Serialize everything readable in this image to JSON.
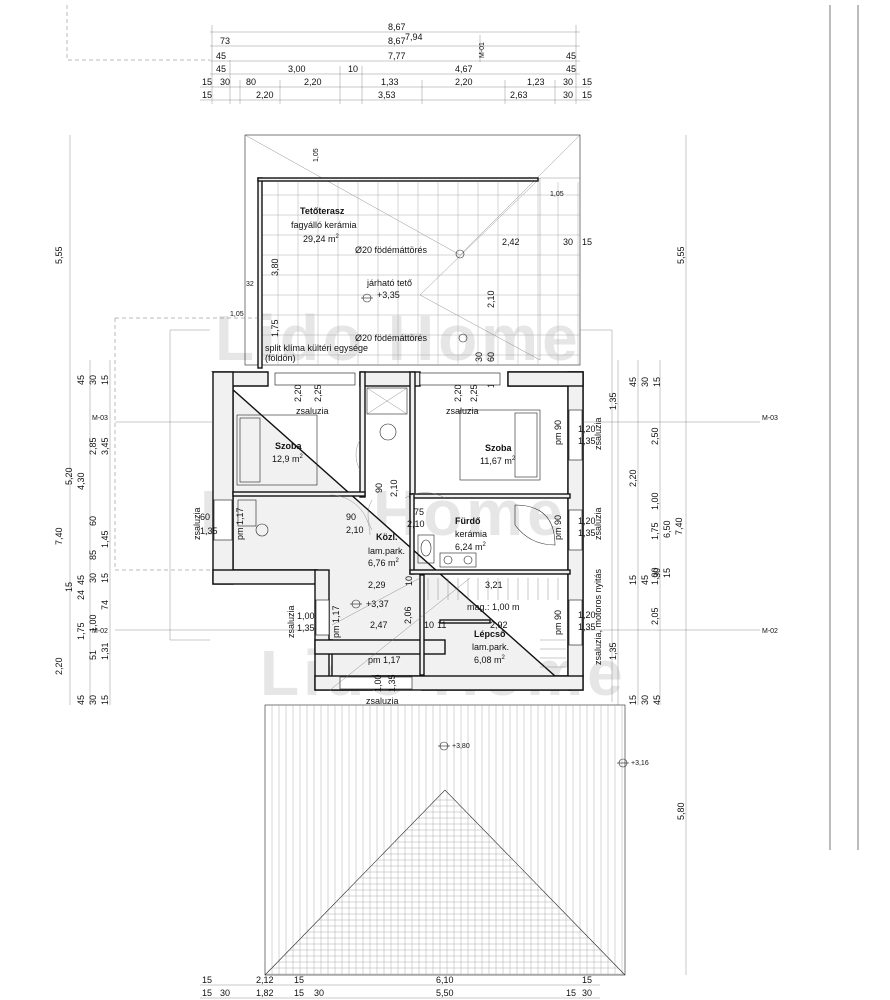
{
  "watermark": "Lido Home",
  "top_dims": {
    "r1": [
      "8,67"
    ],
    "r2": [
      "73",
      "8,67",
      "7,94"
    ],
    "r3": [
      "45",
      "7,77",
      "45"
    ],
    "r4": [
      "45",
      "3,00",
      "10",
      "4,67",
      "45"
    ],
    "r5": [
      "15",
      "30",
      "80",
      "2,20",
      "1,33",
      "2,20",
      "1,23",
      "30",
      "15"
    ],
    "r6": [
      "15",
      "2,20",
      "3,53",
      "2,63",
      "30",
      "15"
    ],
    "section_top": "M-01"
  },
  "bottom_dims": {
    "r1": [
      "15",
      "2,12",
      "15",
      "6,10",
      "15"
    ],
    "r2": [
      "15",
      "30",
      "1,82",
      "15",
      "30",
      "5,50",
      "15",
      "30"
    ]
  },
  "left_dims": {
    "outer": [
      "5,55",
      "7,40",
      "2,20"
    ],
    "mid": [
      "5,20",
      "4,30",
      "2,85",
      "3,45",
      "1,45",
      "85",
      "1,75",
      "1,00",
      "1,31",
      "51"
    ],
    "inner": [
      "45",
      "30",
      "15",
      "60",
      "24",
      "45",
      "30",
      "15",
      "45",
      "30",
      "15",
      "74",
      "15"
    ]
  },
  "right_dims": {
    "outer": [
      "5,55",
      "5,80"
    ],
    "mid": [
      "2,50",
      "6,50",
      "7,40",
      "2,05",
      "1,00",
      "1,75",
      "1,00",
      "2,20"
    ],
    "inner": [
      "1,35",
      "45",
      "30",
      "15",
      "1,20",
      "1,35",
      "1,20",
      "15",
      "45",
      "30",
      "15",
      "1,35",
      "1,20",
      "1,35",
      "1,35",
      "15",
      "30",
      "45"
    ]
  },
  "sections": {
    "m03_left": "M-03",
    "m03_right": "M-03",
    "m02_left": "M-02",
    "m02_right": "M-02"
  },
  "rooms": {
    "terrace": {
      "name": "Tetőterasz",
      "finish": "fagyálló kerámia",
      "area": "29,24 m",
      "sup": "2"
    },
    "bed1": {
      "name": "Szoba",
      "area": "12,9 m",
      "sup": "2"
    },
    "bed2": {
      "name": "Szoba",
      "area": "11,67 m",
      "sup": "2"
    },
    "hall": {
      "name": "Közl.",
      "finish": "lam.park.",
      "area": "6,76 m",
      "sup": "2"
    },
    "bath": {
      "name": "Fürdő",
      "finish": "kerámia",
      "area": "6,24 m",
      "sup": "2"
    },
    "stair": {
      "name": "Lépcső",
      "finish": "lam.park.",
      "area": "6,08 m",
      "sup": "2"
    }
  },
  "notes": {
    "slab1": "Ø20 födémáttörés",
    "slab2": "Ø20 födémáttörés",
    "walkable": "járható tető",
    "walkable_lvl": "+3,35",
    "split1": "split klíma kültéri egysége",
    "split2": "(földön)",
    "hall_lvl": "+3,37",
    "roof_lvl1": "+3,80",
    "roof_lvl2": "+3,16",
    "mag": "mag.: 1,00 m",
    "shutter_motor": "zsaluzia, motoros nyitás"
  },
  "labels": {
    "zs_bed1": "zsaluzia",
    "zs_bed2": "zsaluzia",
    "zs_left1": "zsaluzia",
    "zs_left2": "zsaluzia",
    "zs_right1": "zsaluzia",
    "zs_right2": "zsaluzia",
    "zs_bottom": "zsaluzia",
    "pm_1": "pm 1,17",
    "pm_2": "pm 1,17",
    "pm_3": "pm 1,17",
    "pm_4": "pm 90",
    "pm_5": "pm 90",
    "pm_6": "pm 90",
    "w_220a": "2,20",
    "w_225a": "2,25",
    "w_220b": "2,20",
    "w_225b": "2,25",
    "d_90a": "90",
    "d_210a": "2,10",
    "d_90b": "90",
    "d_210b": "2,10",
    "d_75": "75",
    "d_210c": "2,10",
    "d_60": "60",
    "d_135l": "1,35",
    "d_229": "2,29",
    "d_10a": "10",
    "d_321": "3,21",
    "d_247": "2,47",
    "d_206": "2,06",
    "d_10b": "10",
    "d_11": "11",
    "d_292": "2,92",
    "d_100": "1,00",
    "d_135a": "1,35",
    "d_100b": "1,00",
    "d_135b": "1,35",
    "d_380": "3,80",
    "d_175": "1,75",
    "d_32": "32",
    "d_105a": "1,05",
    "d_105b": "1,05",
    "d_105c": "1,05",
    "d_242": "2,42",
    "d_30": "30",
    "d_15": "15",
    "d_210v": "2,10",
    "d_35": "35",
    "d_60v": "60",
    "d_15v": "15",
    "d_30v": "30"
  }
}
